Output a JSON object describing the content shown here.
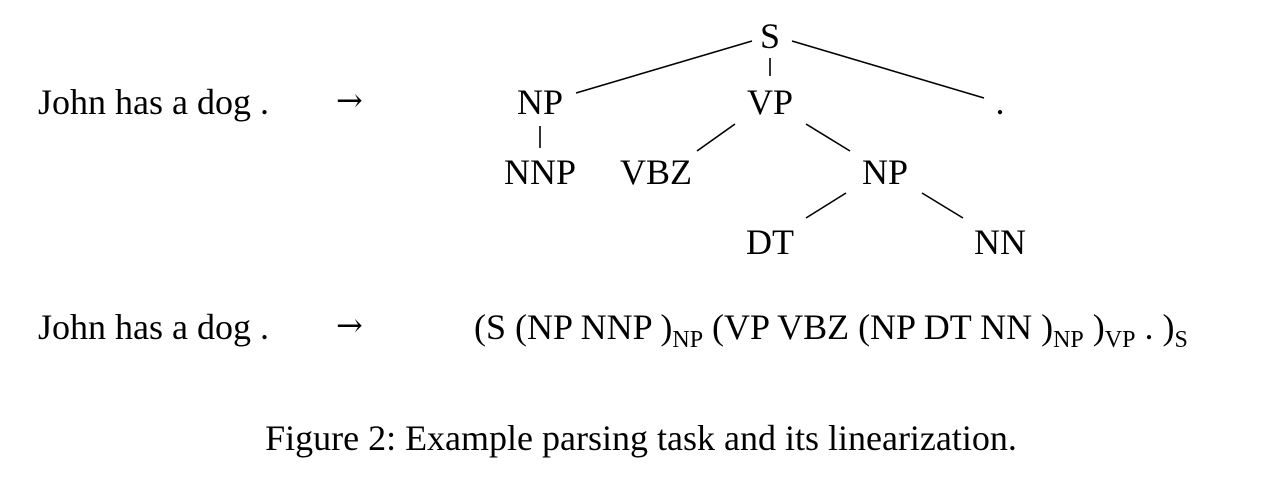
{
  "row1": {
    "sentence": "John has a dog .",
    "arrow": "→"
  },
  "tree": {
    "s": "S",
    "np_subj": "NP",
    "vp": "VP",
    "period": ".",
    "nnp": "NNP",
    "vbz": "VBZ",
    "np_obj": "NP",
    "dt": "DT",
    "nn": "NN"
  },
  "row2": {
    "sentence": "John has a dog .",
    "arrow": "→",
    "linearization": {
      "p1": "(S (NP NNP )",
      "sub1": "NP",
      "p2": " (VP VBZ (NP DT NN )",
      "sub2": "NP",
      "p3": " )",
      "sub3": "VP",
      "p4": " . )",
      "sub4": "S"
    }
  },
  "caption": "Figure 2: Example parsing task and its linearization."
}
